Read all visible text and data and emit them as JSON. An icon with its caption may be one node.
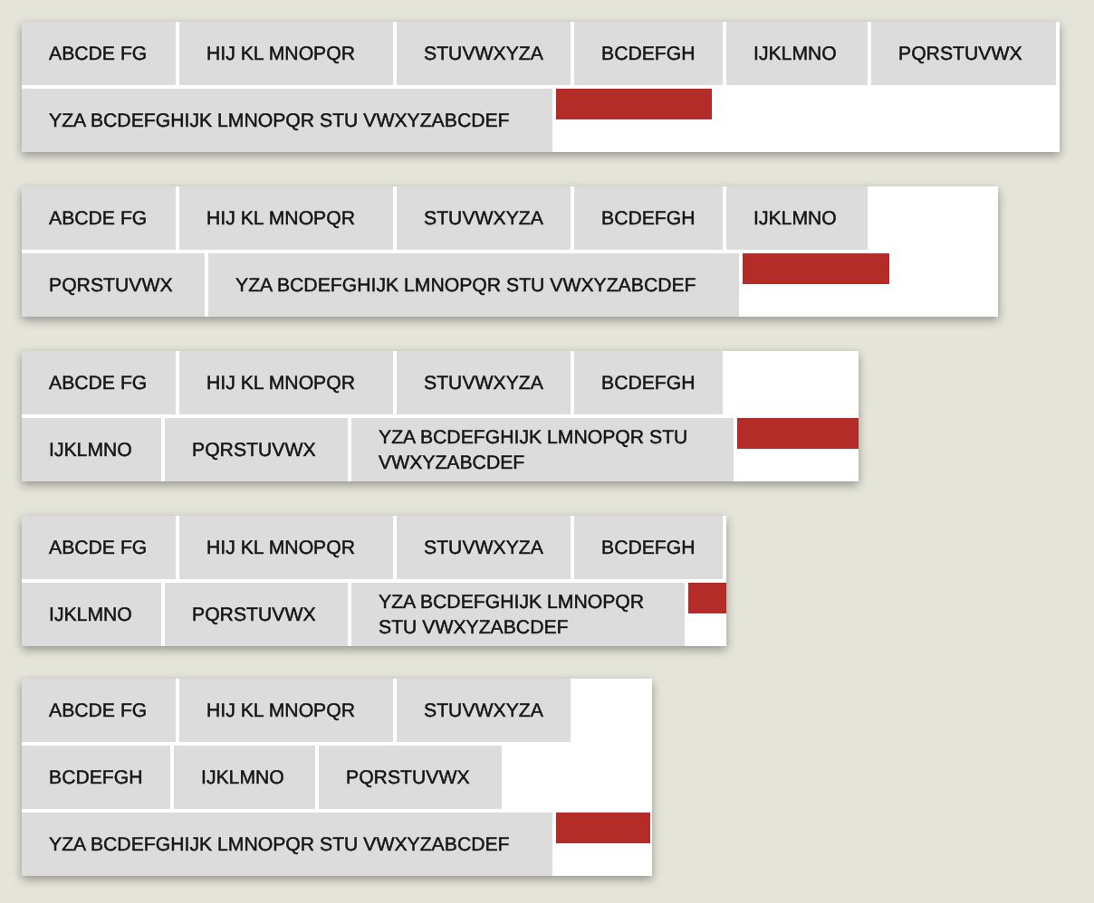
{
  "diagram": {
    "nodes": [
      {
        "text": [],
        "shape": "box"
      },
      {
        "text": [
          "ABCDE FG"
        ],
        "in": 0
      },
      {
        "text": [
          "HIJ KL MNOPQR"
        ],
        "in": 0
      },
      {
        "text": [
          "STUVWXYZA"
        ],
        "in": 0
      },
      {
        "text": [
          "BCDEFGH"
        ],
        "in": 0
      },
      {
        "text": [
          "IJKLMNO"
        ],
        "in": 0
      },
      {
        "text": [
          "PQRSTUVWX"
        ],
        "in": 0
      },
      {
        "text": [
          "YZA BCDEFGHIJK LMNOPQR STU VWXYZABCDEF"
        ],
        "in": 0
      },
      {
        "text": [],
        "shape": "bar",
        "in": 0
      },
      {
        "text": [],
        "shape": "box"
      },
      {
        "text": [
          "ABCDE FG"
        ],
        "in": 9
      },
      {
        "text": [
          "HIJ KL MNOPQR"
        ],
        "in": 9
      },
      {
        "text": [
          "STUVWXYZA"
        ],
        "in": 9
      },
      {
        "text": [
          "BCDEFGH"
        ],
        "in": 9
      },
      {
        "text": [
          "IJKLMNO"
        ],
        "in": 9
      },
      {
        "text": [
          "PQRSTUVWX"
        ],
        "in": 9
      },
      {
        "text": [
          "YZA BCDEFGHIJK LMNOPQR STU VWXYZABCDEF"
        ],
        "in": 9
      },
      {
        "text": [],
        "shape": "bar",
        "in": 9
      },
      {
        "text": [],
        "shape": "box"
      },
      {
        "text": [
          "ABCDE FG"
        ],
        "in": 18
      },
      {
        "text": [
          "HIJ KL MNOPQR"
        ],
        "in": 18
      },
      {
        "text": [
          "STUVWXYZA"
        ],
        "in": 18
      },
      {
        "text": [
          "BCDEFGH"
        ],
        "in": 18
      },
      {
        "text": [
          "IJKLMNO"
        ],
        "in": 18
      },
      {
        "text": [
          "PQRSTUVWX"
        ],
        "in": 18
      },
      {
        "text": [
          "YZA BCDEFGHIJK LMNOPQR STU VWXYZABCDEF"
        ],
        "in": 18
      },
      {
        "text": [],
        "shape": "bar",
        "in": 18
      },
      {
        "text": [],
        "shape": "box"
      },
      {
        "text": [
          "ABCDE FG"
        ],
        "in": 27
      },
      {
        "text": [
          "HIJ KL MNOPQR"
        ],
        "in": 27
      },
      {
        "text": [
          "STUVWXYZA"
        ],
        "in": 27
      },
      {
        "text": [
          "BCDEFGH"
        ],
        "in": 27
      },
      {
        "text": [
          "IJKLMNO"
        ],
        "in": 27
      },
      {
        "text": [
          "PQRSTUVWX"
        ],
        "in": 27
      },
      {
        "text": [
          "YZA BCDEFGHIJK LMNOPQR STU VWXYZABCDEF"
        ],
        "in": 27
      },
      {
        "text": [],
        "shape": "bar",
        "in": 27
      },
      {
        "text": [],
        "shape": "box"
      },
      {
        "text": [
          "ABCDE FG"
        ],
        "in": 36
      },
      {
        "text": [
          "HIJ KL MNOPQR"
        ],
        "in": 36
      },
      {
        "text": [
          "STUVWXYZA"
        ],
        "in": 36
      },
      {
        "text": [
          "BCDEFGH"
        ],
        "in": 36
      },
      {
        "text": [
          "IJKLMNO"
        ],
        "in": 36
      },
      {
        "text": [
          "PQRSTUVWX"
        ],
        "in": 36
      },
      {
        "text": [
          "YZA BCDEFGHIJK LMNOPQR STU VWXYZABCDEF"
        ],
        "in": 36
      },
      {
        "text": [],
        "shape": "bar",
        "in": 36
      }
    ]
  }
}
